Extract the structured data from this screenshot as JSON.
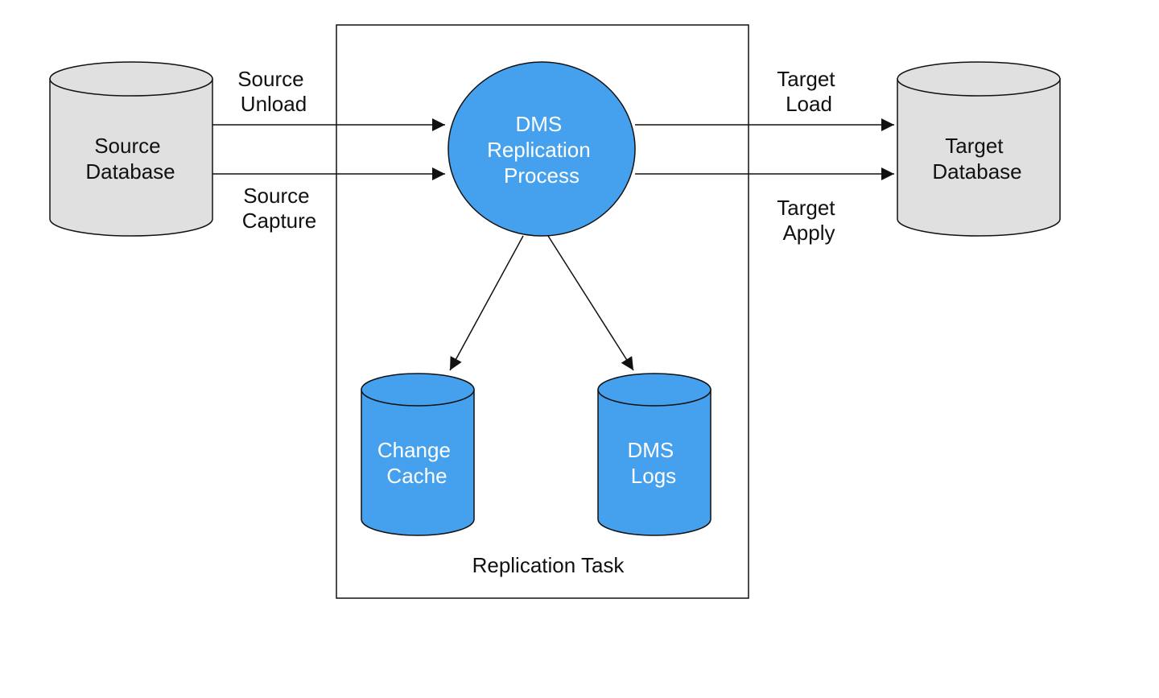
{
  "colors": {
    "source_fill": "#e0e0e0",
    "target_fill": "#e0e0e0",
    "process_fill": "#45a0ee",
    "store_fill": "#45a0ee",
    "stroke": "#111111"
  },
  "nodes": {
    "source_db": {
      "line1": "Source",
      "line2": "Database"
    },
    "target_db": {
      "line1": "Target",
      "line2": "Database"
    },
    "process": {
      "line1": "DMS",
      "line2": "Replication",
      "line3": "Process"
    },
    "change_cache": {
      "line1": "Change",
      "line2": "Cache"
    },
    "dms_logs": {
      "line1": "DMS",
      "line2": "Logs"
    }
  },
  "container": {
    "label": "Replication Task"
  },
  "edges": {
    "source_unload": {
      "line1": "Source",
      "line2": "Unload"
    },
    "source_capture": {
      "line1": "Source",
      "line2": "Capture"
    },
    "target_load": {
      "line1": "Target",
      "line2": "Load"
    },
    "target_apply": {
      "line1": "Target",
      "line2": "Apply"
    }
  }
}
